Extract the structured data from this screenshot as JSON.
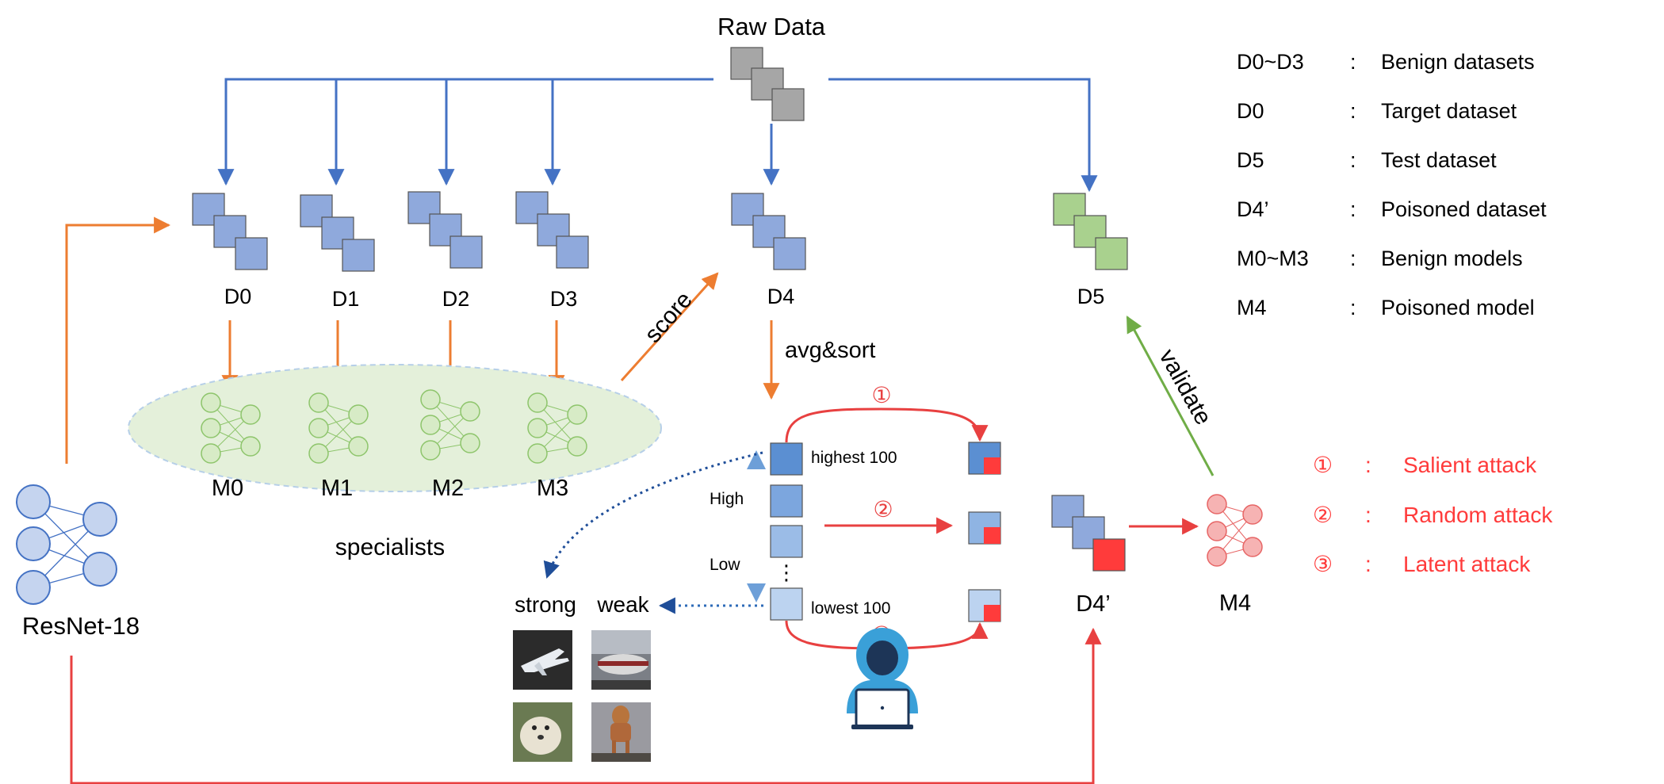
{
  "title": "Raw Data",
  "datasets": {
    "d0": "D0",
    "d1": "D1",
    "d2": "D2",
    "d3": "D3",
    "d4": "D4",
    "d5": "D5",
    "d4p": "D4’"
  },
  "models": {
    "m0": "M0",
    "m1": "M1",
    "m2": "M2",
    "m3": "M3",
    "m4": "M4",
    "base": "ResNet-18",
    "group": "specialists"
  },
  "edge_labels": {
    "score": "score",
    "avg_sort": "avg&sort",
    "validate": "validate",
    "high": "High",
    "low": "Low",
    "highest": "highest 100",
    "lowest": "lowest 100",
    "dots": "⋮",
    "n1": "①",
    "n2": "②",
    "n3": "③"
  },
  "examples": {
    "strong": "strong",
    "weak": "weak"
  },
  "legend": [
    {
      "key": "D0~D3",
      "sep": ":",
      "value": "Benign datasets"
    },
    {
      "key": "D0",
      "sep": ":",
      "value": "Target dataset"
    },
    {
      "key": "D5",
      "sep": ":",
      "value": "Test dataset"
    },
    {
      "key": "D4’",
      "sep": ":",
      "value": "Poisoned dataset"
    },
    {
      "key": "M0~M3",
      "sep": ":",
      "value": "Benign models"
    },
    {
      "key": "M4",
      "sep": ":",
      "value": "Poisoned model"
    }
  ],
  "attack_legend": [
    {
      "key": "①",
      "sep": ":",
      "value": "Salient attack"
    },
    {
      "key": "②",
      "sep": ":",
      "value": "Random attack"
    },
    {
      "key": "③",
      "sep": ":",
      "value": "Latent attack"
    }
  ],
  "colors": {
    "blue_arrow": "#4472c4",
    "orange_arrow": "#ed7d31",
    "red_arrow": "#e84040",
    "green_arrow": "#70ad47",
    "dataset_blue": "#8fa9dc",
    "dataset_gray": "#a6a6a6",
    "dataset_green": "#a9d18e",
    "model_green": "#c9e4b4",
    "model_red": "#f4a6a6",
    "poison_red": "#ff3b3b",
    "attack_text": "#ff3b3b"
  },
  "icons": [
    "hacker-icon",
    "airplane-photo",
    "dog-photo"
  ]
}
